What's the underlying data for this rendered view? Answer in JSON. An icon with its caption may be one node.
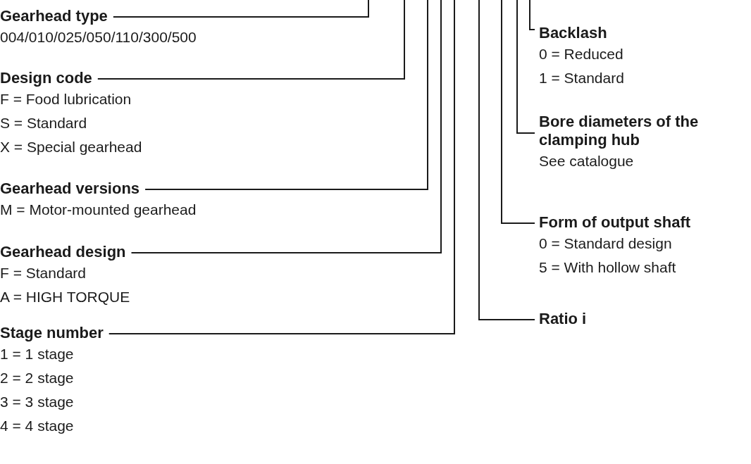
{
  "diagram": {
    "nodes": [
      {
        "text": [
          "Gearhead type",
          "004/010/025/050/110/300/500"
        ]
      },
      {
        "text": [
          "Design code",
          "F = Food lubrication",
          "S = Standard",
          "X = Special gearhead"
        ]
      },
      {
        "text": [
          "Gearhead versions",
          "M = Motor-mounted gearhead"
        ]
      },
      {
        "text": [
          "Gearhead design",
          "F = Standard",
          "A = HIGH TORQUE"
        ]
      },
      {
        "text": [
          "Stage number",
          "1 = 1 stage",
          "2 = 2 stage",
          "3 = 3 stage",
          "4 = 4 stage"
        ]
      },
      {
        "text": [
          "Backlash",
          "0 = Reduced",
          "1 = Standard"
        ]
      },
      {
        "text": [
          "Bore diameters of the clamping hub",
          "See catalogue"
        ]
      },
      {
        "text": [
          "Form of output shaft",
          "0 = Standard design",
          "5 = With hollow shaft"
        ]
      },
      {
        "text": [
          "Ratio i"
        ]
      }
    ],
    "edges": [
      {
        "from": 0,
        "to": null,
        "arrow": "none"
      },
      {
        "from": 1,
        "to": null,
        "arrow": "none"
      },
      {
        "from": 2,
        "to": null,
        "arrow": "none"
      },
      {
        "from": 3,
        "to": null,
        "arrow": "none"
      },
      {
        "from": 4,
        "to": null,
        "arrow": "none"
      },
      {
        "from": 5,
        "to": null,
        "arrow": "none"
      },
      {
        "from": 6,
        "to": null,
        "arrow": "none"
      },
      {
        "from": 7,
        "to": null,
        "arrow": "none"
      },
      {
        "from": 8,
        "to": null,
        "arrow": "none"
      }
    ]
  }
}
